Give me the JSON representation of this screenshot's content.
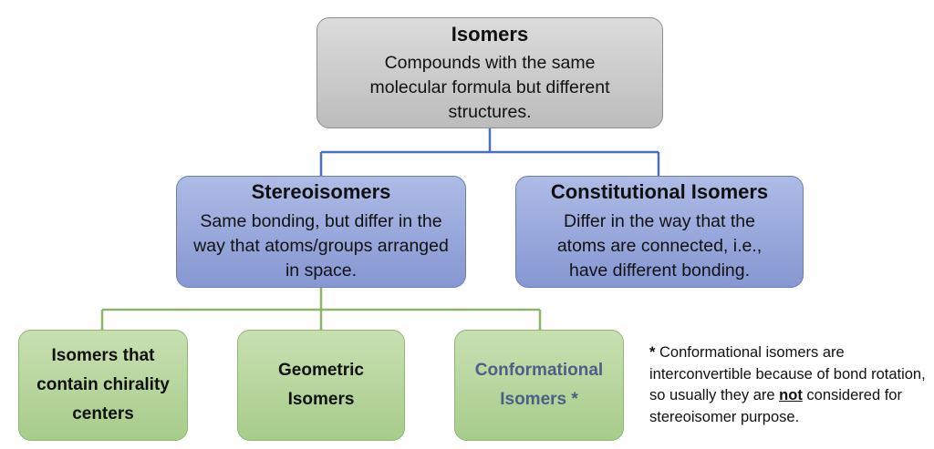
{
  "root": {
    "title": "Isomers",
    "description": "Compounds with the same molecular formula but different structures."
  },
  "stereoisomers": {
    "title": "Stereoisomers",
    "description": "Same bonding, but differ in the way that atoms/groups arranged in space."
  },
  "constitutional": {
    "title": "Constitutional Isomers",
    "description": "Differ in the way that the atoms are connected, i.e., have different bonding."
  },
  "leaves": {
    "chirality": "Isomers that contain chirality centers",
    "geometric": "Geometric Isomers",
    "conformational": "Conformational Isomers *"
  },
  "footnote": {
    "star": "*",
    "text_before": " Conformational isomers are interconvertible because of bond rotation, so usually they are ",
    "emphasis": "not",
    "text_after": " considered for stereoisomer purpose."
  },
  "colors": {
    "connector_blue": "#4a6fc4",
    "connector_green": "#8ab56a"
  }
}
